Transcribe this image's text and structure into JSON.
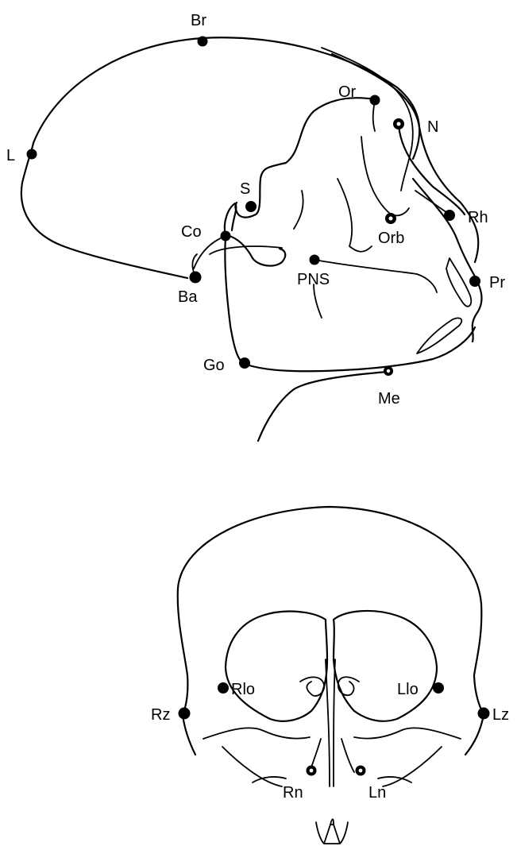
{
  "figure": {
    "lateral_view": {
      "landmarks": [
        {
          "id": "Br",
          "label": "Br"
        },
        {
          "id": "L",
          "label": "L"
        },
        {
          "id": "Or",
          "label": "Or"
        },
        {
          "id": "N",
          "label": "N"
        },
        {
          "id": "S",
          "label": "S"
        },
        {
          "id": "Co",
          "label": "Co"
        },
        {
          "id": "Ba",
          "label": "Ba"
        },
        {
          "id": "Orb",
          "label": "Orb"
        },
        {
          "id": "Rh",
          "label": "Rh"
        },
        {
          "id": "PNS",
          "label": "PNS"
        },
        {
          "id": "Pr",
          "label": "Pr"
        },
        {
          "id": "Go",
          "label": "Go"
        },
        {
          "id": "Me",
          "label": "Me"
        }
      ]
    },
    "frontal_view": {
      "landmarks": [
        {
          "id": "Rlo",
          "label": "Rlo"
        },
        {
          "id": "Llo",
          "label": "Llo"
        },
        {
          "id": "Rz",
          "label": "Rz"
        },
        {
          "id": "Lz",
          "label": "Lz"
        },
        {
          "id": "Rn",
          "label": "Rn"
        },
        {
          "id": "Ln",
          "label": "Ln"
        }
      ]
    }
  }
}
